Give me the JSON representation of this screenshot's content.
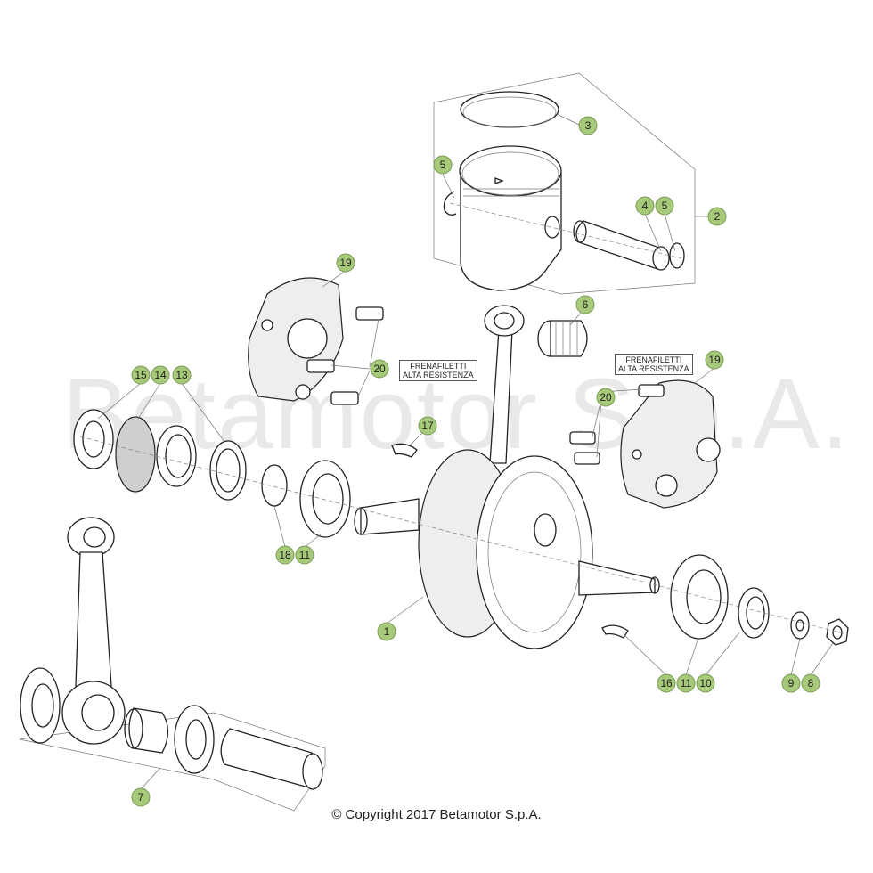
{
  "watermark": "Betamotor S.p.A.",
  "copyright": "© Copyright 2017 Betamotor S.p.A.",
  "notes": {
    "left": [
      "FRENAFILETTI",
      "ALTA RESISTENZA"
    ],
    "right": [
      "FRENAFILETTI",
      "ALTA RESISTENZA"
    ]
  },
  "colors": {
    "badge_fill": "#a7c97a",
    "badge_stroke": "#7a9a55",
    "line": "#222222"
  },
  "callouts": [
    {
      "id": "c3",
      "label": "3"
    },
    {
      "id": "c5a",
      "label": "5"
    },
    {
      "id": "c4",
      "label": "4"
    },
    {
      "id": "c5b",
      "label": "5"
    },
    {
      "id": "c2",
      "label": "2"
    },
    {
      "id": "c19a",
      "label": "19"
    },
    {
      "id": "c6",
      "label": "6"
    },
    {
      "id": "c20a",
      "label": "20"
    },
    {
      "id": "c19b",
      "label": "19"
    },
    {
      "id": "c20b",
      "label": "20"
    },
    {
      "id": "c15",
      "label": "15"
    },
    {
      "id": "c14",
      "label": "14"
    },
    {
      "id": "c13",
      "label": "13"
    },
    {
      "id": "c17",
      "label": "17"
    },
    {
      "id": "c18",
      "label": "18"
    },
    {
      "id": "c11a",
      "label": "11"
    },
    {
      "id": "c1",
      "label": "1"
    },
    {
      "id": "c16",
      "label": "16"
    },
    {
      "id": "c11b",
      "label": "11"
    },
    {
      "id": "c10",
      "label": "10"
    },
    {
      "id": "c9",
      "label": "9"
    },
    {
      "id": "c8",
      "label": "8"
    },
    {
      "id": "c7",
      "label": "7"
    }
  ]
}
